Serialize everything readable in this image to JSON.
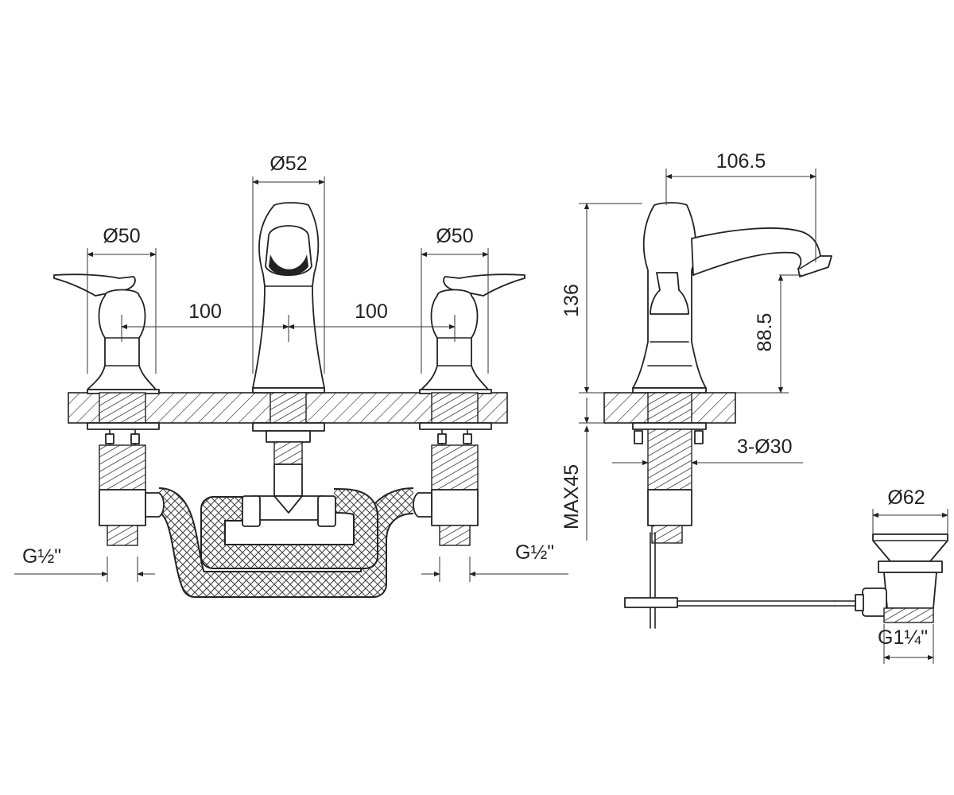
{
  "labels": {
    "dia_spout": "Ø52",
    "dia_handle_left": "Ø50",
    "dia_handle_right": "Ø50",
    "spacing_left": "100",
    "spacing_right": "100",
    "spout_reach": "106.5",
    "total_height": "136",
    "spout_height": "88.5",
    "max_deck": "MAX45",
    "hole_dia": "3-Ø30",
    "waste_dia": "Ø62",
    "thread_left": "G½\"",
    "thread_right": "G½\"",
    "thread_waste": "G1¼\""
  }
}
